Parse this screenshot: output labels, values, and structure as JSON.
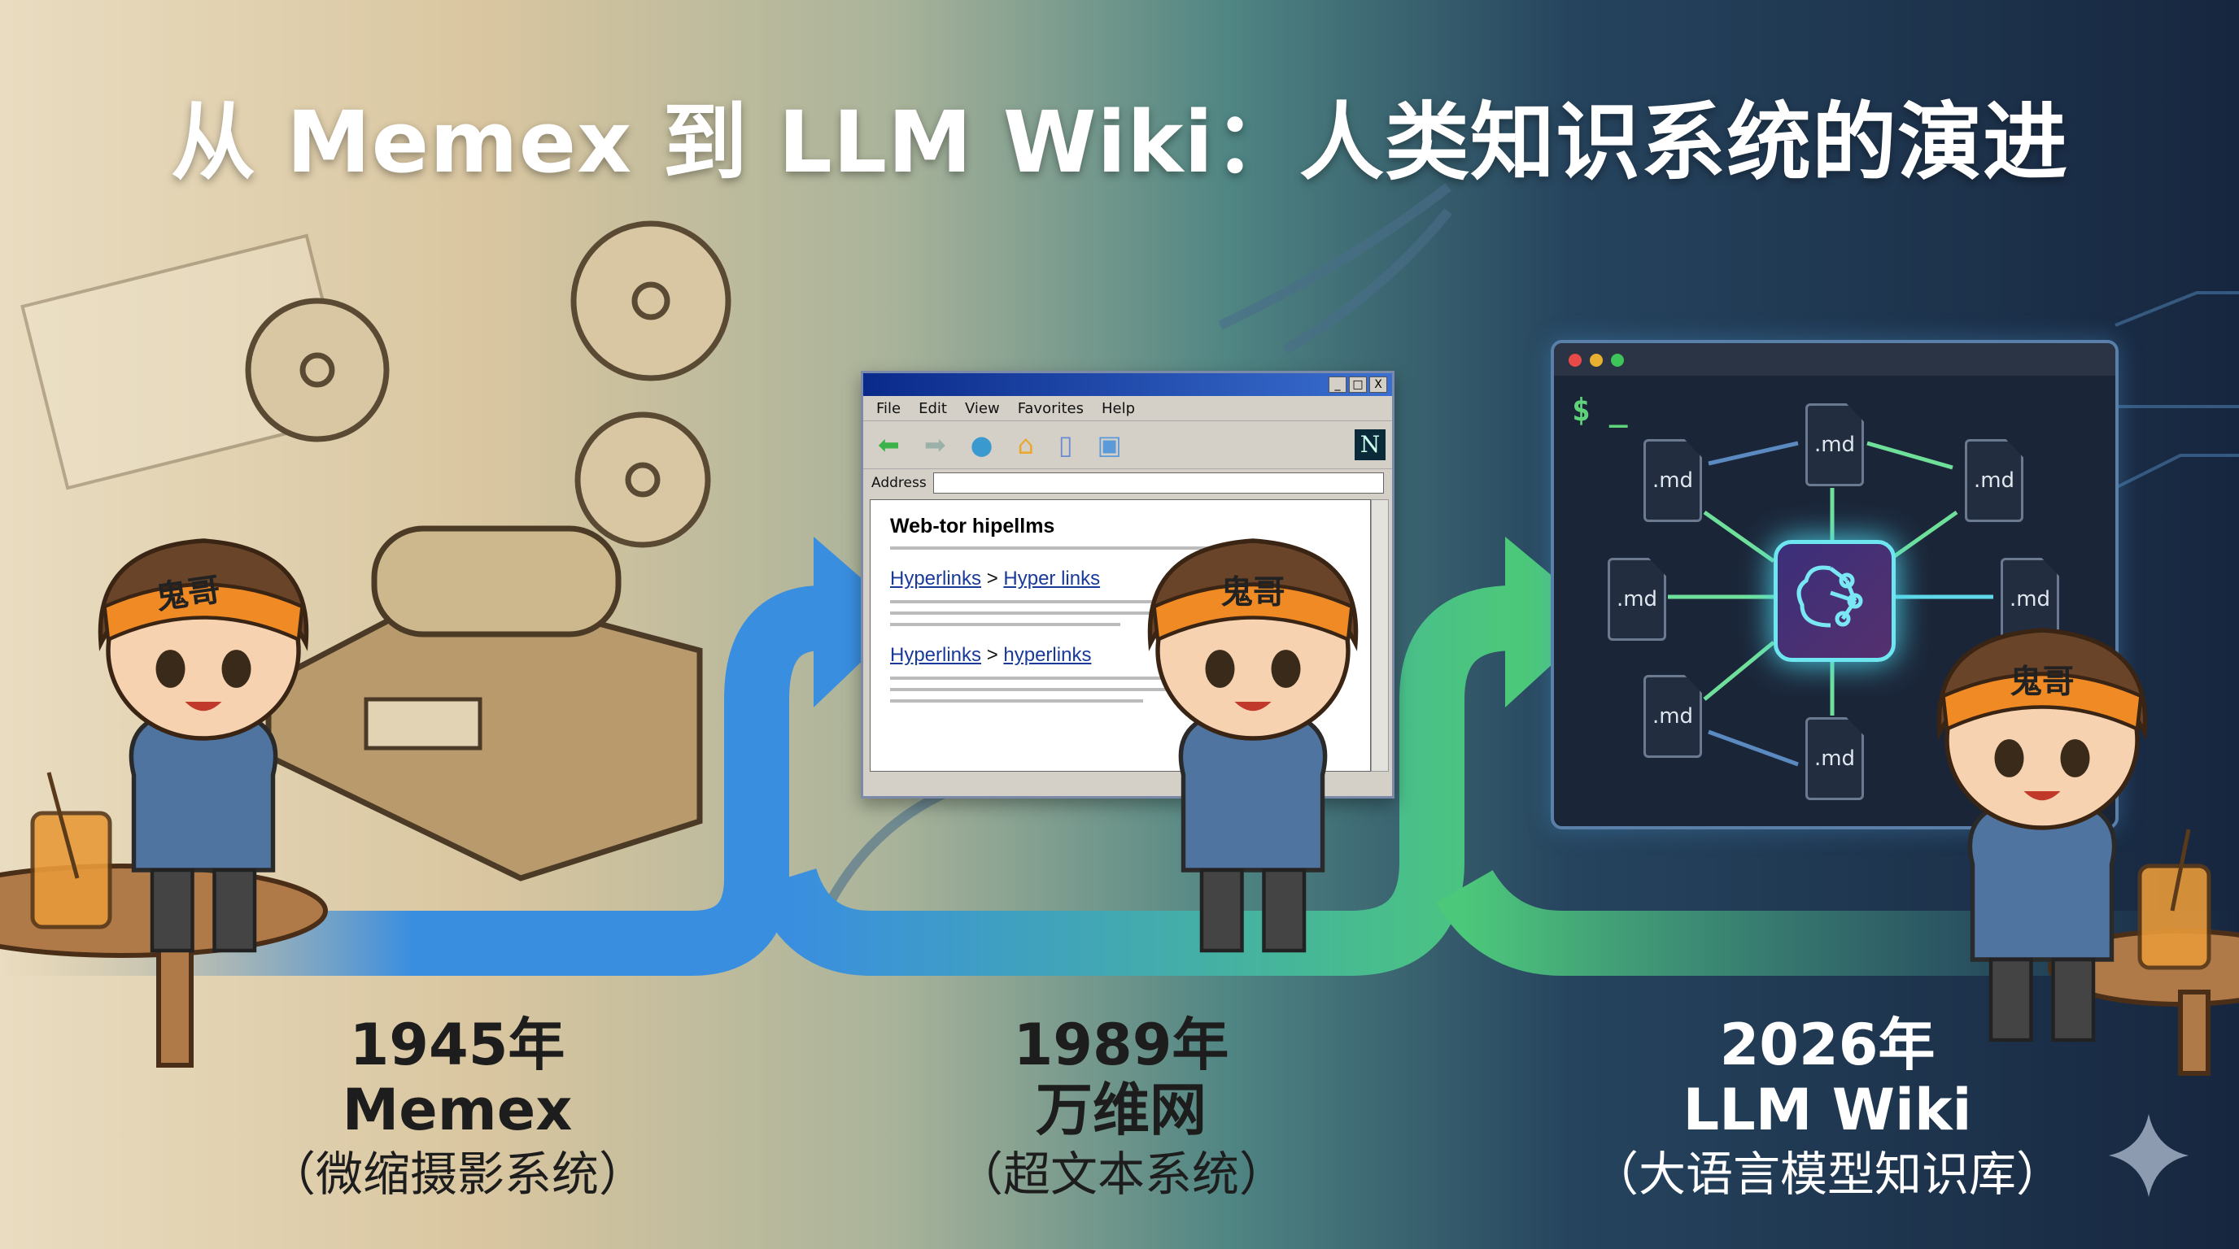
{
  "title": "从 Memex 到 LLM Wiki：人类知识系统的演进",
  "eras": [
    {
      "year": "1945年",
      "name": "Memex",
      "subtitle": "（微缩摄影系统）"
    },
    {
      "year": "1989年",
      "name": "万维网",
      "subtitle": "（超文本系统）"
    },
    {
      "year": "2026年",
      "name": "LLM Wiki",
      "subtitle": "（大语言模型知识库）"
    }
  ],
  "character_headband": "鬼哥",
  "browser": {
    "menu": [
      "File",
      "Edit",
      "View",
      "Favorites",
      "Help"
    ],
    "address_label": "Address",
    "page_heading": "Web-tor hipellms",
    "links": [
      {
        "a": "Hyperlinks",
        "sep": ">",
        "b": "Hyper links"
      },
      {
        "a": "Hyperlinks",
        "sep": ">",
        "b": "hyperlinks"
      }
    ],
    "brand_logo": "N",
    "title_controls": [
      "_",
      "□",
      "X"
    ]
  },
  "terminal": {
    "prompt": "$ _",
    "files": [
      ".md",
      ".md",
      ".md",
      ".md",
      ".md",
      ".md",
      ".md"
    ],
    "dots": [
      "#e84a4a",
      "#e8b030",
      "#3fc45a"
    ]
  },
  "colors": {
    "arrow_blue": "#3a8ee0",
    "arrow_green": "#4cc87a",
    "headband": "#f08a24",
    "hoodie": "#4f74a0"
  }
}
